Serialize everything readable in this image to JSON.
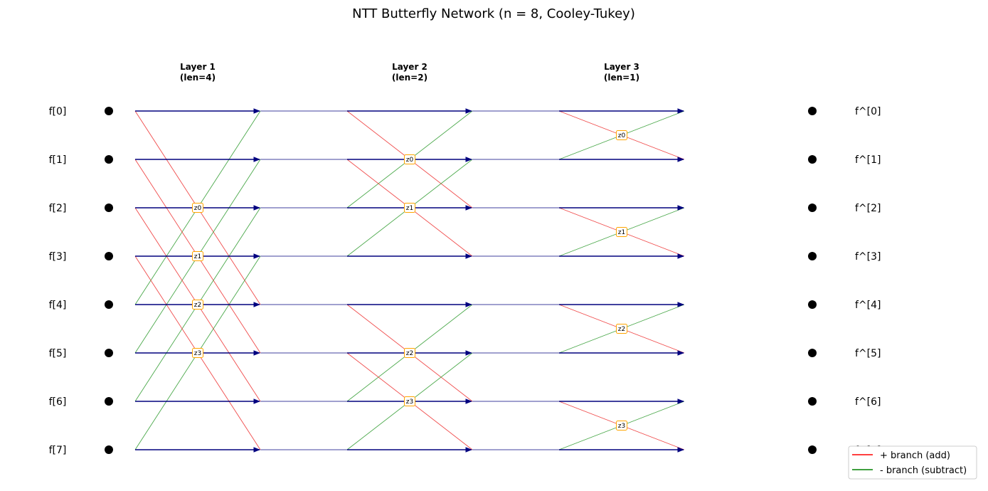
{
  "title": "NTT Butterfly Network (n = 8, Cooley-Tukey)",
  "inputs": [
    "f[0]",
    "f[1]",
    "f[2]",
    "f[3]",
    "f[4]",
    "f[5]",
    "f[6]",
    "f[7]"
  ],
  "outputs": [
    "f^[0]",
    "f^[1]",
    "f^[2]",
    "f^[3]",
    "f^[4]",
    "f^[5]",
    "f^[6]",
    "f^[7]"
  ],
  "layers": [
    {
      "name": "Layer 1",
      "sub": "(len=4)",
      "pairs": [
        [
          0,
          4
        ],
        [
          1,
          5
        ],
        [
          2,
          6
        ],
        [
          3,
          7
        ]
      ],
      "twiddles": [
        {
          "label": "z0",
          "row": 2
        },
        {
          "label": "z1",
          "row": 3
        },
        {
          "label": "z2",
          "row": 4
        },
        {
          "label": "z3",
          "row": 5
        }
      ]
    },
    {
      "name": "Layer 2",
      "sub": "(len=2)",
      "pairs": [
        [
          0,
          2
        ],
        [
          1,
          3
        ],
        [
          4,
          6
        ],
        [
          5,
          7
        ]
      ],
      "twiddles": [
        {
          "label": "z0",
          "row": 1
        },
        {
          "label": "z1",
          "row": 2
        },
        {
          "label": "z2",
          "row": 5
        },
        {
          "label": "z3",
          "row": 6
        }
      ]
    },
    {
      "name": "Layer 3",
      "sub": "(len=1)",
      "pairs": [
        [
          0,
          1
        ],
        [
          2,
          3
        ],
        [
          4,
          5
        ],
        [
          6,
          7
        ]
      ],
      "twiddles": [
        {
          "label": "z0",
          "row": 0.5
        },
        {
          "label": "z1",
          "row": 2.5
        },
        {
          "label": "z2",
          "row": 4.5
        },
        {
          "label": "z3",
          "row": 6.5
        }
      ]
    }
  ],
  "legend": [
    {
      "label": "+ branch (add)",
      "color": "#ff0000"
    },
    {
      "label": "- branch (subtract)",
      "color": "#008000"
    }
  ],
  "colors": {
    "add": "#f04a4a",
    "sub": "#4aa84a",
    "arrow": "#00007f",
    "twiddle_border": "#ffa500",
    "node": "#000000"
  }
}
